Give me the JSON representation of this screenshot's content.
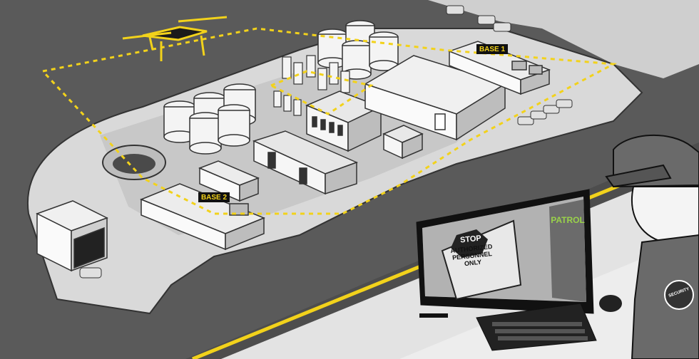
{
  "labels": {
    "base1": "BASE 1",
    "base2": "BASE 2"
  },
  "monitor": {
    "patrol_button": "PATROL",
    "sign_stop": "STOP",
    "sign_line1": "AUTHORIZED",
    "sign_line2": "PERSONNEL",
    "sign_line3": "ONLY"
  },
  "guard": {
    "badge_text": "SECURITY"
  },
  "colors": {
    "accent_yellow": "#f2d21b",
    "ground_dark": "#5a5a5a",
    "ground_light": "#d9d9d9",
    "patrol_green": "#9ad24a"
  }
}
